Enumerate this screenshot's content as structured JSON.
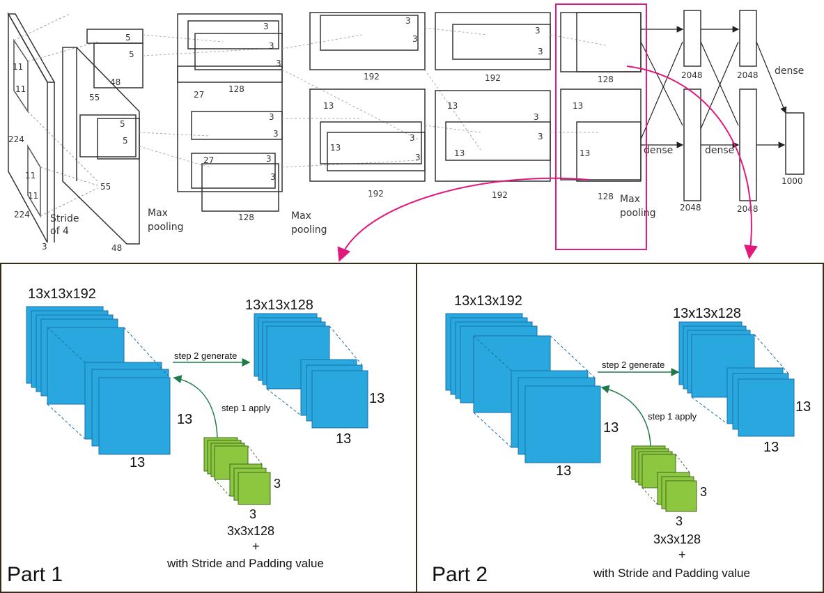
{
  "colors": {
    "accent": "#e0197d",
    "blue": "#29a8e0",
    "blue_edge": "#1b6fa8",
    "green": "#8dc63f",
    "green_edge": "#3e6b1f",
    "arrow_green": "#1f7a4a"
  },
  "network": {
    "input_dims": [
      "224",
      "224",
      "3"
    ],
    "input_kernel": [
      "11",
      "11"
    ],
    "stride_text": [
      "Stride",
      "of 4"
    ],
    "conv1": {
      "k": [
        "5",
        "5"
      ],
      "size": "55",
      "depth": "48"
    },
    "conv2": {
      "k": [
        "3",
        "3"
      ],
      "size": "27",
      "depth": "128"
    },
    "conv3": {
      "k": [
        "3",
        "3"
      ],
      "size": "13",
      "depth": "192"
    },
    "conv4": {
      "k": [
        "3",
        "3"
      ],
      "size": "13",
      "depth": "192"
    },
    "conv5": {
      "size": "13",
      "depth": "128"
    },
    "max_pooling": [
      "Max",
      "pooling"
    ],
    "dense": "dense",
    "fc_sizes": [
      "2048",
      "2048",
      "1000"
    ]
  },
  "parts": [
    {
      "title": "Part 1",
      "input_label": "13x13x192",
      "output_label": "13x13x128",
      "step2": "step 2 generate",
      "step1": "step 1 apply",
      "input_dim": "13",
      "output_dim": "13",
      "kernel_dim": "3",
      "kernel_label": "3x3x128",
      "plus": "+",
      "stride_text": "with Stride and Padding value"
    },
    {
      "title": "Part 2",
      "input_label": "13x13x192",
      "output_label": "13x13x128",
      "step2": "step 2 generate",
      "step1": "step 1 apply",
      "input_dim": "13",
      "output_dim": "13",
      "kernel_dim": "3",
      "kernel_label": "3x3x128",
      "plus": "+",
      "stride_text": "with Stride and Padding value"
    }
  ]
}
